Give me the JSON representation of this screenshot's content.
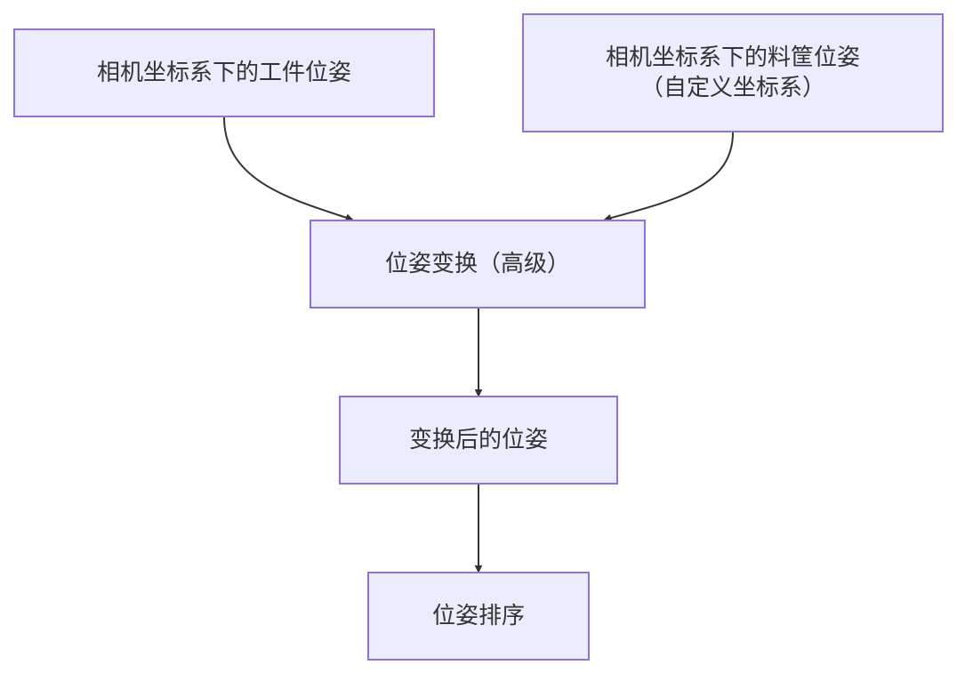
{
  "colors": {
    "node_fill": "#ECECFF",
    "node_border": "#9370DB",
    "text": "#333333",
    "edge": "#333333",
    "background": "#FFFFFF"
  },
  "nodes": {
    "workpiece_pose": {
      "line1": "相机坐标系下的工件位姿"
    },
    "bin_pose": {
      "line1": "相机坐标系下的料筐位姿",
      "line2": "（自定义坐标系）"
    },
    "pose_transform": {
      "line1": "位姿变换（高级）"
    },
    "transformed_pose": {
      "line1": "变换后的位姿"
    },
    "pose_sort": {
      "line1": "位姿排序"
    }
  },
  "edges": [
    {
      "from": "workpiece_pose",
      "to": "pose_transform"
    },
    {
      "from": "bin_pose",
      "to": "pose_transform"
    },
    {
      "from": "pose_transform",
      "to": "transformed_pose"
    },
    {
      "from": "transformed_pose",
      "to": "pose_sort"
    }
  ]
}
